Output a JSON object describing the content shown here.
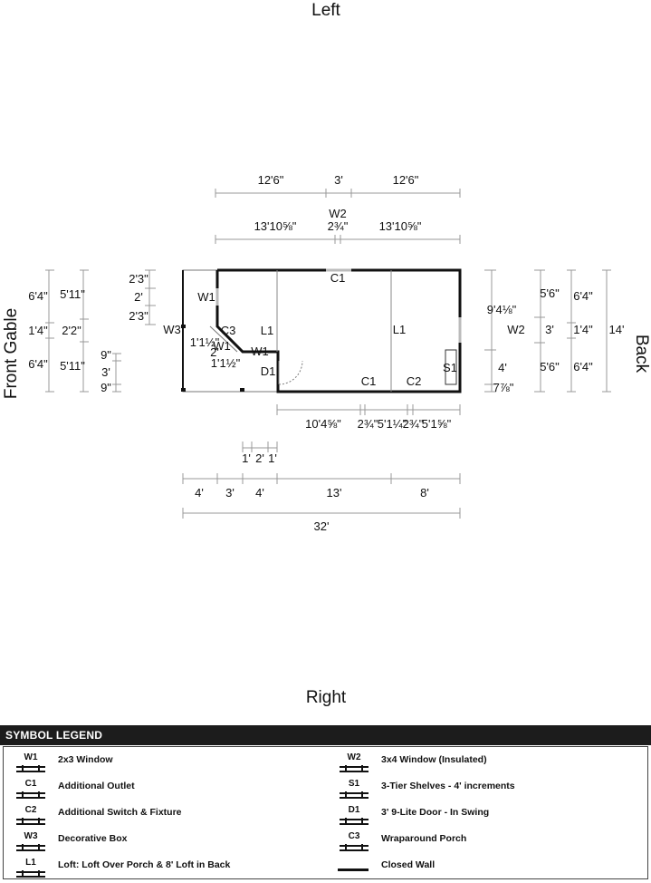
{
  "sides": {
    "top": "Left",
    "bottom": "Right",
    "left": "Front Gable",
    "right": "Back"
  },
  "top_dims": {
    "row1": [
      "12'6\"",
      "3'",
      "12'6\""
    ],
    "w2_label": "W2",
    "row2": [
      "13'10⅝\"",
      "2¾\"",
      "13'10⅝\""
    ]
  },
  "left_dims": {
    "outer": [
      "6'4\"",
      "1'4\"",
      "6'4\""
    ],
    "inner": [
      "5'11\"",
      "2'2\"",
      "5'11\""
    ],
    "window": [
      "2'3\"",
      "2'",
      "2'3\""
    ],
    "door": [
      "9\"",
      "3'",
      "9\""
    ]
  },
  "right_dims": {
    "col1": [
      "9'4⅛\"",
      "4'",
      "7⅞\""
    ],
    "w2_label": "W2",
    "col2": [
      "5'6\"",
      "3'",
      "5'6\""
    ],
    "col3": [
      "6'4\"",
      "1'4\"",
      "6'4\""
    ],
    "total": "14'"
  },
  "bottom_dims": {
    "inner": [
      "10'4⅝\"",
      "2¾\"",
      "5'1¼\"",
      "2¾\"",
      "5'1⅝\""
    ],
    "small": [
      "1'",
      "2'",
      "1'"
    ],
    "sections": [
      "4'",
      "3'",
      "4'",
      "13'",
      "8'"
    ],
    "total": "32'"
  },
  "plan_labels": {
    "w1_a": "W1",
    "w3": "W3",
    "c3": "C3",
    "l1_a": "L1",
    "l1_b": "L1",
    "c1_top": "C1",
    "c1_bottom": "C1",
    "c2": "C2",
    "s1": "S1",
    "d1": "D1",
    "w1_b": "W1",
    "w1_c": "W1",
    "porch_a": "1'1½\"",
    "porch_b": "1'1½\"",
    "porch_c": "2'"
  },
  "legend": {
    "title": "SYMBOL LEGEND",
    "left": [
      {
        "code": "W1",
        "desc": "2x3 Window"
      },
      {
        "code": "C1",
        "desc": "Additional Outlet"
      },
      {
        "code": "C2",
        "desc": "Additional Switch & Fixture"
      },
      {
        "code": "W3",
        "desc": "Decorative Box"
      },
      {
        "code": "L1",
        "desc": "Loft: Loft Over Porch & 8' Loft in Back"
      }
    ],
    "right": [
      {
        "code": "W2",
        "desc": "3x4 Window (Insulated)"
      },
      {
        "code": "S1",
        "desc": "3-Tier Shelves - 4' increments"
      },
      {
        "code": "D1",
        "desc": "3' 9-Lite Door - In Swing"
      },
      {
        "code": "C3",
        "desc": "Wraparound Porch"
      },
      {
        "code": "",
        "desc": "Closed Wall"
      }
    ]
  }
}
